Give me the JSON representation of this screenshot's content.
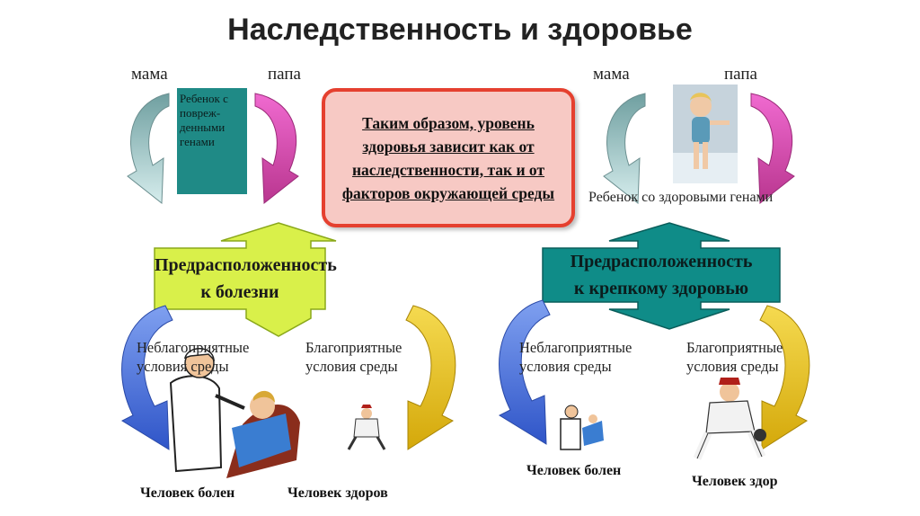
{
  "title": "Наследственность и здоровье",
  "left_top": {
    "mother_label": "мама",
    "father_label": "папа",
    "child_box_text": "Ребенок с повреж-денными генами"
  },
  "right_top": {
    "mother_label": "мама",
    "father_label": "папа",
    "child_caption": "Ребенок со здоровыми генами"
  },
  "conclusion": {
    "text": "Таким образом, уровень здоровья зависит как от наследственности, так и от факторов окружающей среды"
  },
  "left_predisposition": {
    "line1": "Предрасположенность",
    "line2": "к болезни",
    "unfavorable_line1": "Неблагоприятные",
    "unfavorable_line2": "условия среды",
    "favorable_line1": "Благоприятные",
    "favorable_line2": "условия среды",
    "outcome_sick": "Человек болен",
    "outcome_healthy": "Человек здоров"
  },
  "right_predisposition": {
    "line1": "Предрасположенность",
    "line2": "к крепкому здоровью",
    "unfavorable_line1": "Неблагоприятные",
    "unfavorable_line2": "условия среды",
    "favorable_line1": "Благоприятные",
    "favorable_line2": "условия среды",
    "outcome_sick": "Человек болен",
    "outcome_healthy": "Человек здор"
  },
  "colors": {
    "mother_arrow": "#a9d6d6",
    "father_arrow": "#d64fb4",
    "teal_box": "#1f8a86",
    "conclusion_border": "#e5402f",
    "conclusion_fill": "#f7c9c4",
    "left_pred_fill": "#d9f04a",
    "right_pred_fill": "#0f8c88",
    "blue_arrow": "#4f74d9",
    "yellow_arrow": "#e5c21c"
  }
}
